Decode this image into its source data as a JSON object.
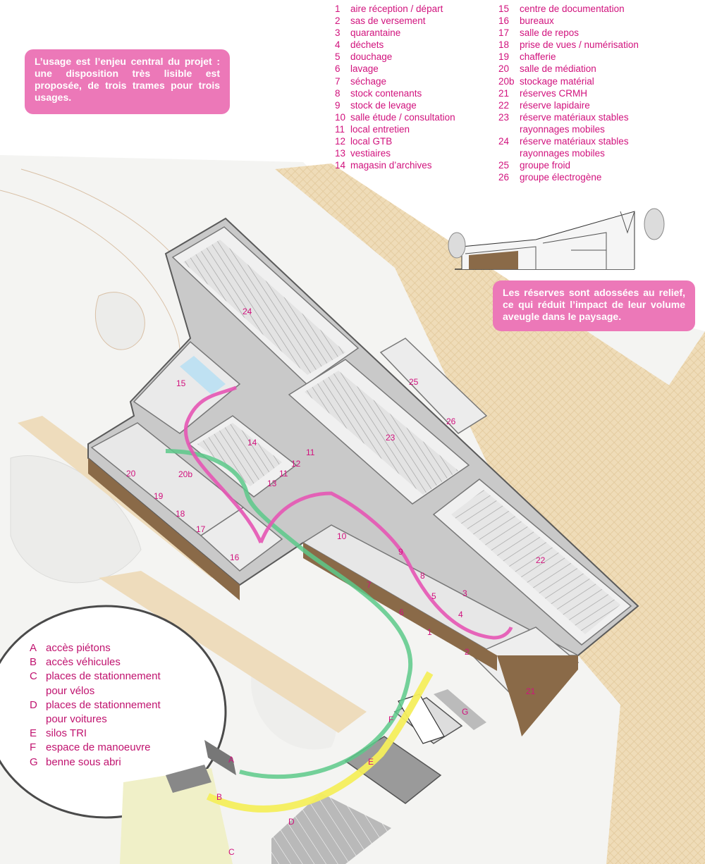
{
  "callouts": {
    "usage": "L’usage est l’enjeu central du projet : une disposition très lisible est proposée, de trois trames pour trois usages.",
    "reserves": "Les réserves sont adossées au relief, ce qui réduit l’impact de leur volume aveugle dans le paysage."
  },
  "legend_rooms": [
    {
      "num": "1",
      "label": "aire réception / départ"
    },
    {
      "num": "2",
      "label": "sas de versement"
    },
    {
      "num": "3",
      "label": "quarantaine"
    },
    {
      "num": "4",
      "label": "déchets"
    },
    {
      "num": "5",
      "label": "douchage"
    },
    {
      "num": "6",
      "label": "lavage"
    },
    {
      "num": "7",
      "label": "séchage"
    },
    {
      "num": "8",
      "label": "stock contenants"
    },
    {
      "num": "9",
      "label": "stock de levage"
    },
    {
      "num": "10",
      "label": "salle étude / consultation"
    },
    {
      "num": "11",
      "label": "local entretien"
    },
    {
      "num": "12",
      "label": "local GTB"
    },
    {
      "num": "13",
      "label": "vestiaires"
    },
    {
      "num": "14",
      "label": "magasin d’archives"
    },
    {
      "num": "15",
      "label": "centre de documentation"
    },
    {
      "num": "16",
      "label": "bureaux"
    },
    {
      "num": "17",
      "label": "salle de repos"
    },
    {
      "num": "18",
      "label": "prise de vues / numérisation"
    },
    {
      "num": "19",
      "label": "chafferie"
    },
    {
      "num": "20",
      "label": "salle de médiation"
    },
    {
      "num": "20b",
      "label": "stockage matérial"
    },
    {
      "num": "21",
      "label": "réserves CRMH"
    },
    {
      "num": "22",
      "label": "réserve lapidaire"
    },
    {
      "num": "23",
      "label": "réserve matériaux stables",
      "label2": "rayonnages mobiles"
    },
    {
      "num": "24",
      "label": "réserve matériaux stables",
      "label2": "rayonnages mobiles"
    },
    {
      "num": "25",
      "label": "groupe froid"
    },
    {
      "num": "26",
      "label": "groupe électrogène"
    }
  ],
  "legend_access": [
    {
      "letter": "A",
      "label": "accès piétons"
    },
    {
      "letter": "B",
      "label": "accès véhicules"
    },
    {
      "letter": "C",
      "label": "places de stationnement",
      "label2": "pour vélos"
    },
    {
      "letter": "D",
      "label": "places de stationnement",
      "label2": "pour voitures"
    },
    {
      "letter": "E",
      "label": "silos TRI"
    },
    {
      "letter": "F",
      "label": "espace de manoeuvre"
    },
    {
      "letter": "G",
      "label": "benne sous abri"
    }
  ],
  "plan_labels": {
    "r1": "1",
    "r2": "2",
    "r3": "3",
    "r4": "4",
    "r5": "5",
    "r6": "6",
    "r7": "7",
    "r8": "8",
    "r9": "9",
    "r10": "10",
    "r11a": "11",
    "r11b": "11",
    "r12": "12",
    "r13": "13",
    "r14": "14",
    "r15": "15",
    "r16": "16",
    "r17": "17",
    "r18": "18",
    "r19": "19",
    "r20": "20",
    "r20b": "20b",
    "r21": "21",
    "r22": "22",
    "r23": "23",
    "r24": "24",
    "r25": "25",
    "r26": "26",
    "a": "A",
    "b": "B",
    "c": "C",
    "d": "D",
    "e": "E",
    "f": "F",
    "g": "G"
  },
  "colors": {
    "accent_pink": "#ec78b8",
    "label_pink": "#d1127d",
    "path_pink": "#e655b4",
    "path_green": "#5cc98a",
    "path_yellow": "#f4ee5c",
    "terrain_sand": "#efdcb8"
  }
}
